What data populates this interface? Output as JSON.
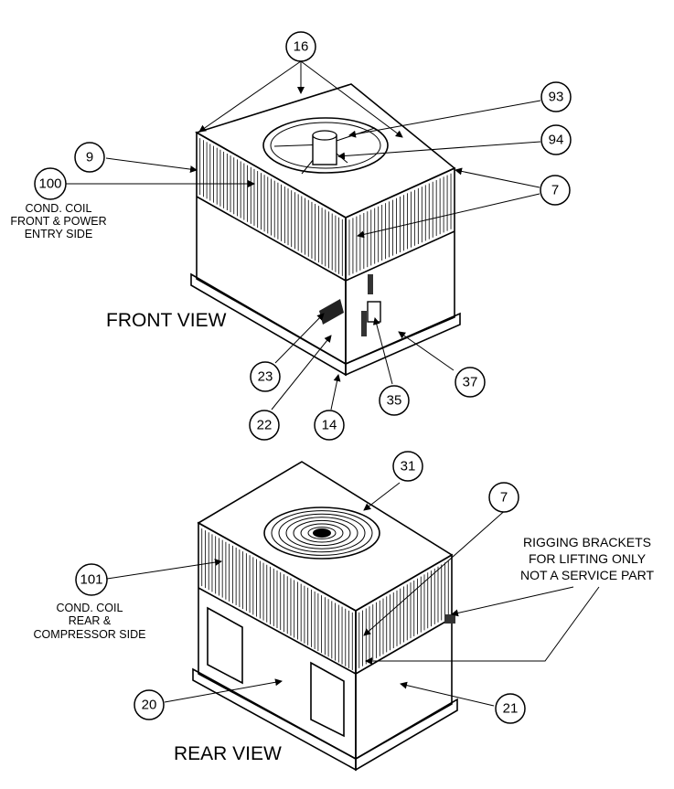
{
  "callouts": {
    "c16": "16",
    "c93": "93",
    "c94": "94",
    "c9": "9",
    "c100": "100",
    "c7a": "7",
    "c23": "23",
    "c22": "22",
    "c14": "14",
    "c35": "35",
    "c37": "37",
    "c31": "31",
    "c7b": "7",
    "c101": "101",
    "c20": "20",
    "c21": "21"
  },
  "captions": {
    "front_coil": [
      "COND. COIL",
      "FRONT & POWER",
      "ENTRY SIDE"
    ],
    "rear_coil": [
      "COND. COIL",
      "REAR &",
      "COMPRESSOR SIDE"
    ],
    "rigging": [
      "RIGGING BRACKETS",
      "FOR LIFTING ONLY",
      "NOT A SERVICE PART"
    ]
  },
  "views": {
    "front": "FRONT VIEW",
    "rear": "REAR VIEW"
  }
}
